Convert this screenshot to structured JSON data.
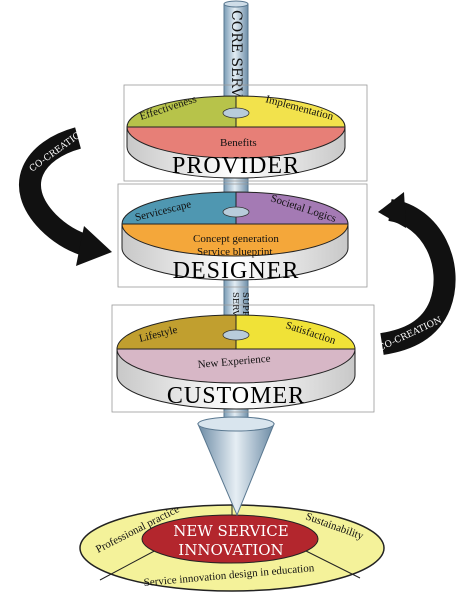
{
  "shaft": {
    "top_label": "CORE SERVICE",
    "middle_label_line1": "SUPPLEMENTARY",
    "middle_label_line2": "SERVICE"
  },
  "co_creation": {
    "left_label": "CO-CREATION",
    "right_label": "CO-CREATION"
  },
  "provider": {
    "title": "PROVIDER",
    "segments": [
      "Effectiveness",
      "Implementation",
      "Benefits"
    ],
    "colors": {
      "left": "#b7c34a",
      "right": "#f2e24c",
      "front": "#e77f77"
    }
  },
  "designer": {
    "title": "DESIGNER",
    "segments": [
      "Servicescape",
      "Societal Logics",
      "Concept generation",
      "Service blueprint"
    ],
    "colors": {
      "left": "#4f97b1",
      "right": "#a47ab4",
      "front": "#f4a73a"
    }
  },
  "customer": {
    "title": "CUSTOMER",
    "segments": [
      "Lifestyle",
      "Satisfaction",
      "New Experience"
    ],
    "colors": {
      "left": "#c19f2f",
      "right": "#f0e237",
      "front": "#d7b7c6"
    }
  },
  "base": {
    "center_line1": "NEW SERVICE",
    "center_line2": "INNOVATION",
    "segments": [
      "Professional practice",
      "Sustainability",
      "Service innovation design in education"
    ],
    "colors": {
      "outer": "#f4f29a",
      "center": "#b3262d"
    }
  }
}
